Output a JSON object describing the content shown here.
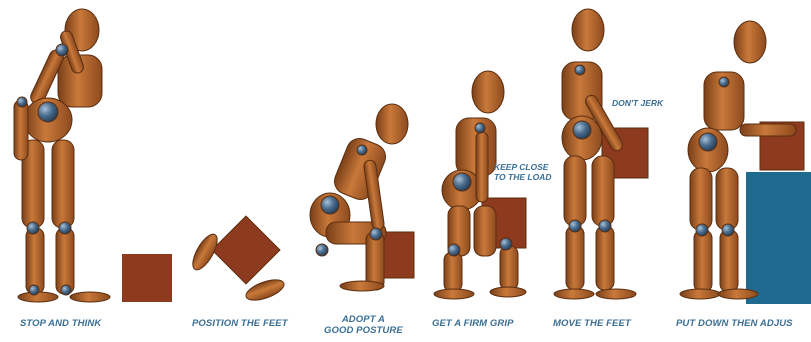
{
  "steps": [
    {
      "caption": "STOP AND THINK"
    },
    {
      "caption": "POSITION THE FEET"
    },
    {
      "caption_line1": "ADOPT A",
      "caption_line2": "GOOD POSTURE"
    },
    {
      "caption": "GET A FIRM GRIP"
    },
    {
      "caption": "MOVE THE FEET"
    },
    {
      "caption": "PUT DOWN THEN ADJUS"
    }
  ],
  "notes": {
    "keep_close_line1": "KEEP CLOSE",
    "keep_close_line2": "TO THE LOAD",
    "dont_jerk": "DON'T JERK"
  },
  "colors": {
    "figure_wood": "#b8672e",
    "figure_shadow": "#7a3f18",
    "joint": "#3d5f80",
    "box": "#8e3a1f",
    "table": "#1f6a8f",
    "caption": "#3a6f95"
  }
}
